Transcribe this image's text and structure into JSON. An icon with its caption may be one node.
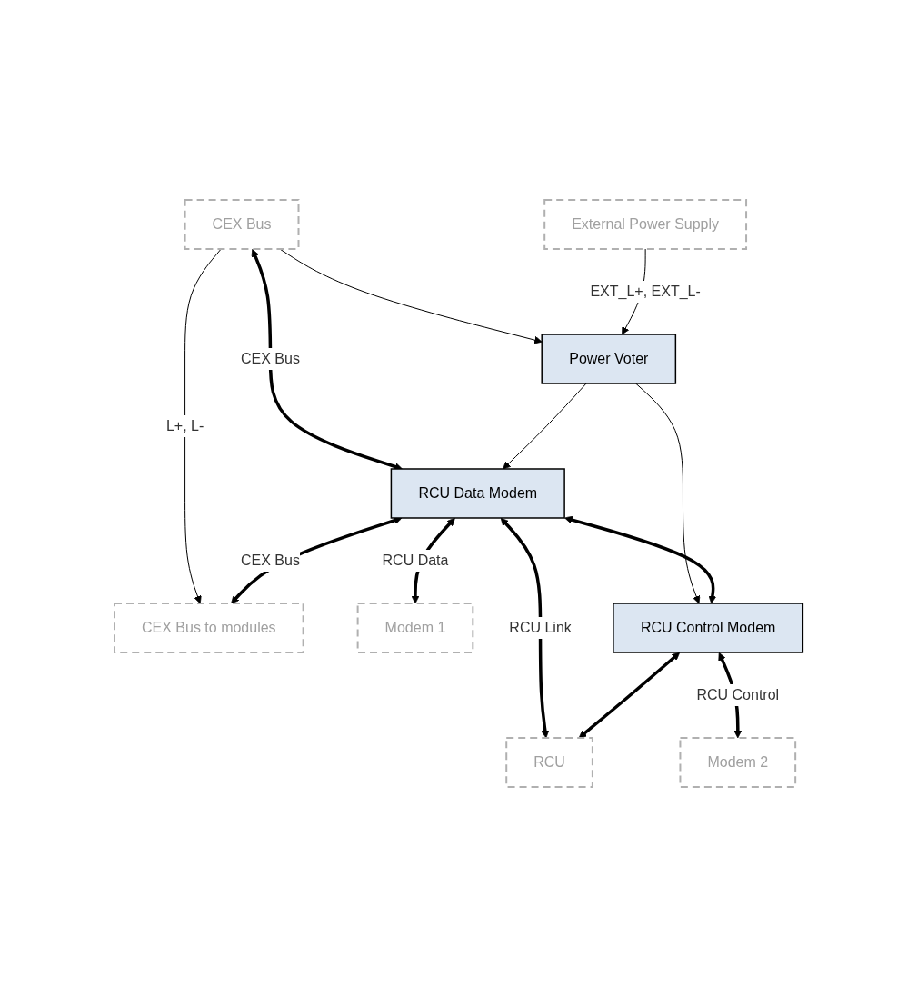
{
  "diagram": {
    "nodes": [
      {
        "text": [
          "CEX Bus"
        ]
      },
      {
        "text": [
          "CEX Bus to modules"
        ]
      },
      {
        "text": [
          "Power Voter"
        ]
      },
      {
        "text": [
          "External Power Supply"
        ]
      },
      {
        "text": [
          "RCU Data Modem"
        ]
      },
      {
        "text": [
          "Modem 1"
        ]
      },
      {
        "text": [
          "RCU"
        ]
      },
      {
        "text": [
          "RCU Control Modem"
        ]
      },
      {
        "text": [
          "Modem 2"
        ]
      }
    ],
    "edges": [
      {
        "from": 0,
        "to": 1,
        "arrow": "to",
        "label": "L+, L-"
      },
      {
        "from": 0,
        "to": 2,
        "arrow": "to"
      },
      {
        "from": 3,
        "to": 2,
        "arrow": "to",
        "label": "EXT_L+, EXT_L-"
      },
      {
        "from": 4,
        "to": 1,
        "arrow": "both",
        "label": "CEX Bus"
      },
      {
        "from": 0,
        "to": 4,
        "arrow": "both",
        "label": "CEX Bus"
      },
      {
        "from": 2,
        "to": 4,
        "arrow": "to"
      },
      {
        "from": 2,
        "to": 7,
        "arrow": "to"
      },
      {
        "from": 4,
        "to": 5,
        "arrow": "both",
        "label": "RCU Data"
      },
      {
        "from": 4,
        "to": 6,
        "arrow": "both",
        "label": "RCU Link"
      },
      {
        "from": 4,
        "to": 7,
        "arrow": "both"
      },
      {
        "from": 7,
        "to": 6,
        "arrow": "both"
      },
      {
        "from": 7,
        "to": 8,
        "arrow": "both",
        "label": "RCU Control"
      }
    ]
  }
}
